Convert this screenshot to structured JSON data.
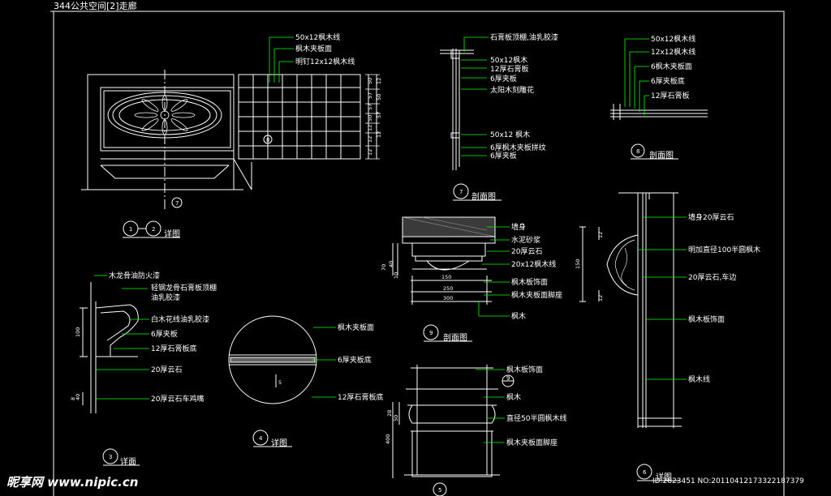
{
  "sheet_title": "344公共空间[2]走廊",
  "callouts": {
    "view12": [
      "50x12枫木线",
      "枫木夹板面",
      "明钉12x12枫木线"
    ],
    "view7": [
      "石膏板顶棚,油乳胶漆",
      "50x12枫木",
      "12厚石膏板",
      "6厚夹板",
      "太阳木刻雕花",
      "50x12 枫木",
      "6厚枫木夹板拼纹",
      "6厚夹板"
    ],
    "view8": [
      "50x12枫木线",
      "12x12枫木线",
      "6枫木夹板面",
      "6厚夹板底",
      "12厚石膏板"
    ],
    "view3": [
      "木龙骨油防火漆",
      "轻钢龙骨石膏板顶棚",
      "油乳胶漆",
      "白木花线油乳胶漆",
      "6厚夹板",
      "12厚石膏板底",
      "20厚云石",
      "20厚云石车鸡嘴"
    ],
    "view4": [
      "枫木夹板面",
      "6厚夹板底",
      "12厚石膏板底"
    ],
    "view9": [
      "墙身",
      "水泥砂浆",
      "20厚云石",
      "20x12枫木线",
      "枫木板饰面",
      "枫木夹板面脚座",
      "枫木"
    ],
    "view5": [
      "枫木板饰面",
      "枫木",
      "直径50半圆枫木线",
      "枫木夹板面脚座"
    ],
    "view6": [
      "墙身20厚云石",
      "明加直径100半圆枫木",
      "20厚云石,车边",
      "枫木板饰面",
      "枫木线"
    ]
  },
  "dims": {
    "view12": [
      "50",
      "57",
      "57",
      "50",
      "12",
      "12",
      "12",
      "12",
      "50",
      "57",
      "12"
    ],
    "view9": [
      "70",
      "40",
      "10",
      "150",
      "250",
      "300"
    ],
    "view3": [
      "100",
      "40",
      "8"
    ],
    "view5": [
      "28",
      "50",
      "400"
    ],
    "view6": [
      "12",
      "150",
      "12"
    ],
    "view4": [
      "5"
    ]
  },
  "captions": {
    "v12": {
      "nums": [
        "1",
        "2"
      ],
      "text": "详图"
    },
    "v7": {
      "num": "7",
      "text": "剖面图"
    },
    "v8": {
      "num": "8",
      "text": "剖面图"
    },
    "v9": {
      "num": "9",
      "text": "剖面图"
    },
    "v3": {
      "num": "3",
      "text": "详面"
    },
    "v4": {
      "num": "4",
      "text": "详图"
    },
    "v5": {
      "num": "5",
      "text": ""
    },
    "v6": {
      "num": "6",
      "text": "详图"
    }
  },
  "section_tags": {
    "a": "7",
    "b": "8",
    "c": "9"
  },
  "watermark": {
    "brand": "昵享网 www.nipic.cn",
    "id": "ID:2823451 NO:20110412173322187379"
  },
  "colors": {
    "line": "#ffffff",
    "leader": "#00ff00",
    "section": "#ff2020",
    "text": "#ffffff",
    "hatch": "#9a9a9a",
    "bg": "#000000"
  }
}
